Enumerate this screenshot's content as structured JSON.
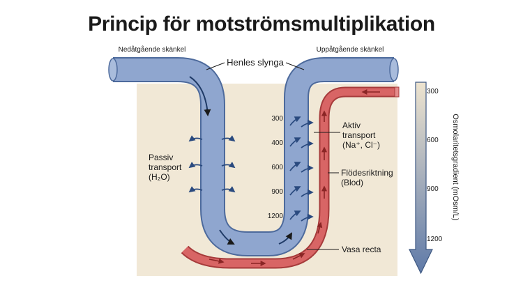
{
  "title": "Princip för motströmsmultiplikation",
  "labels": {
    "descending_limb": "Nedåtgående skänkel",
    "ascending_limb": "Uppåtgående skänkel",
    "loop": "Henles slynga",
    "passive": [
      "Passiv",
      "transport",
      "(H₂O)"
    ],
    "active": [
      "Aktiv",
      "transport",
      "(Na⁺, Cl⁻)"
    ],
    "flow": [
      "Flödesriktning",
      "(Blod)"
    ],
    "vasa_recta": "Vasa recta",
    "gradient_axis": "Osmolaritetsgradient (mOsm/L)"
  },
  "inner_scale": [
    "300",
    "400",
    "600",
    "900",
    "1200"
  ],
  "gradient_scale": [
    "300",
    "600",
    "900",
    "1200"
  ],
  "colors": {
    "tubule": "#8fa6cf",
    "tubule_stroke": "#4d6a9c",
    "arrow": "#2a4a7f",
    "vessel": "#d86565",
    "vessel_stroke": "#a63b3b",
    "tissue": "#f1e8d6",
    "gradient_top": "#eee4cf",
    "gradient_bottom": "#5f7aa8"
  }
}
